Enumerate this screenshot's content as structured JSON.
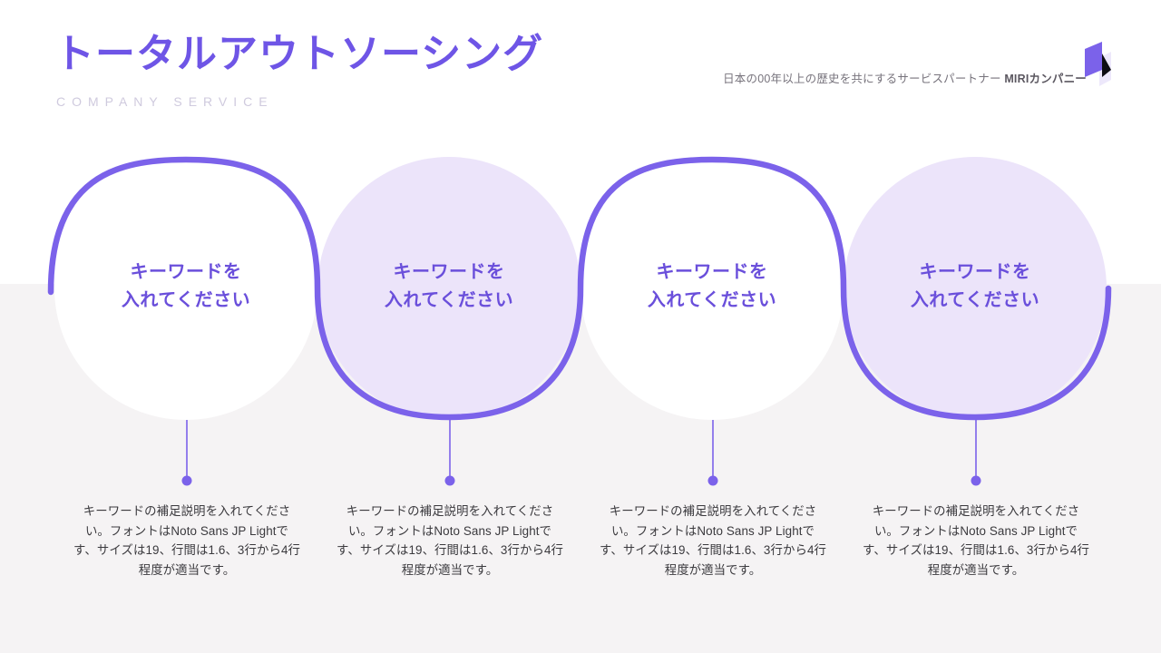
{
  "header": {
    "title": "トータルアウトソーシング",
    "subtitle": "COMPANY SERVICE",
    "tagline_text": "日本の00年以上の歴史を共にするサービスパートナー ",
    "tagline_brand": "MIRIカンパニー",
    "logo_name": "miri-logo"
  },
  "colors": {
    "accent_purple": "#6e55e6",
    "stroke_purple": "#7b62ea",
    "label_purple": "#6a4fdb",
    "circle_tint": "#ece4fa",
    "circle_white": "#ffffff",
    "band_gray": "#f5f3f4",
    "subtitle_gray": "#cfcade",
    "body_text": "#3b3a3e"
  },
  "items": [
    {
      "label_line1": "キーワードを",
      "label_line2": "入れてください",
      "fill": "white",
      "description": "キーワードの補足説明を入れてください。フォントはNoto Sans JP Lightです、サイズは19、行間は1.6、3行から4行程度が適当です。"
    },
    {
      "label_line1": "キーワードを",
      "label_line2": "入れてください",
      "fill": "tint",
      "description": "キーワードの補足説明を入れてください。フォントはNoto Sans JP Lightです、サイズは19、行間は1.6、3行から4行程度が適当です。"
    },
    {
      "label_line1": "キーワードを",
      "label_line2": "入れてください",
      "fill": "white",
      "description": "キーワードの補足説明を入れてください。フォントはNoto Sans JP Lightです、サイズは19、行間は1.6、3行から4行程度が適当です。"
    },
    {
      "label_line1": "キーワードを",
      "label_line2": "入れてください",
      "fill": "tint",
      "description": "キーワードの補足説明を入れてください。フォントはNoto Sans JP Lightです、サイズは19、行間は1.6、3行から4行程度が適当です。"
    }
  ]
}
